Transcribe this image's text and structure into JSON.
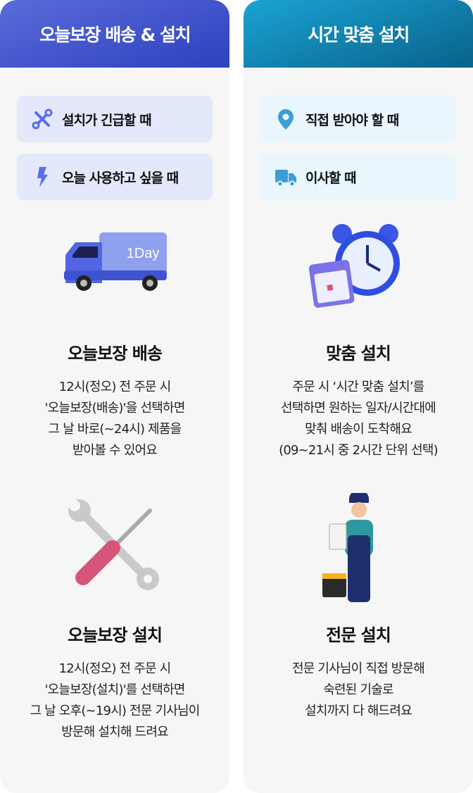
{
  "left": {
    "header": "오늘보장 배송 & 설치",
    "chips": [
      {
        "label": "설치가 긴급할 때",
        "icon": "tools-icon"
      },
      {
        "label": "오늘 사용하고 싶을 때",
        "icon": "lightning-icon"
      }
    ],
    "sections": [
      {
        "title": "오늘보장 배송",
        "truck_label": "1Day",
        "lines": [
          "12시(정오) 전 주문 시",
          "'오늘보장(배송)'을 선택하면",
          "그 날 바로(~24시) 제품을",
          "받아볼 수 있어요"
        ]
      },
      {
        "title": "오늘보장 설치",
        "lines": [
          "12시(정오) 전 주문 시",
          "'오늘보장(설치)'를 선택하면",
          "그 날 오후(~19시) 전문 기사님이",
          "방문해 설치해 드려요"
        ]
      }
    ]
  },
  "right": {
    "header": "시간 맞춤 설치",
    "chips": [
      {
        "label": "직접 받아야 할 때",
        "icon": "location-pin-icon"
      },
      {
        "label": "이사할 때",
        "icon": "truck-icon"
      }
    ],
    "sections": [
      {
        "title": "맞춤 설치",
        "lines": [
          "주문 시 ‘시간 맞춤 설치’를",
          "선택하면 원하는 일자/시간대에",
          "맞춰 배송이 도착해요",
          "(09~21시 중 2시간 단위 선택)"
        ]
      },
      {
        "title": "전문 설치",
        "lines": [
          "전문 기사님이 직접 방문해",
          "숙련된 기술로",
          "설치까지 다 해드려요"
        ]
      }
    ]
  },
  "colors": {
    "left_header": "#3b4fcb",
    "right_header": "#0f7fae",
    "left_chip_icon": "#5b6cf0",
    "right_chip_icon": "#3e9ed4"
  }
}
